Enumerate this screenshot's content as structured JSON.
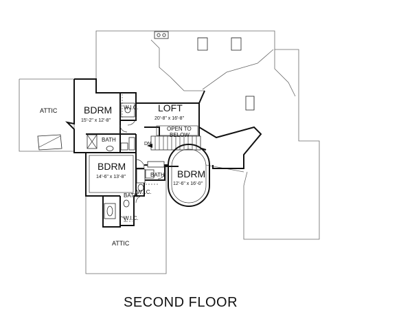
{
  "plan": {
    "title": "SECOND FLOOR",
    "rooms": {
      "bdrm1": {
        "name": "BDRM",
        "dims": "15'-2\" x 12'-8\""
      },
      "loft": {
        "name": "LOFT",
        "dims": "20'-8\" x 16'-8\""
      },
      "bdrm2": {
        "name": "BDRM",
        "dims": "14'-6\" x 13'-8\""
      },
      "bdrm3": {
        "name": "BDRM",
        "dims": "12'-6\" x 16'-0\""
      }
    },
    "labels": {
      "attic_left": "ATTIC",
      "attic_bottom": "ATTIC",
      "wic_top": "W.I.C.",
      "bath_upper": "BATH",
      "bath_right": "BATH",
      "bath_lower": "BATH",
      "wic_right": "W.I.C.",
      "wic_lower": "W.I.C.",
      "open_to_below": "OPEN TO\nBELOW",
      "dn": "DN"
    }
  }
}
